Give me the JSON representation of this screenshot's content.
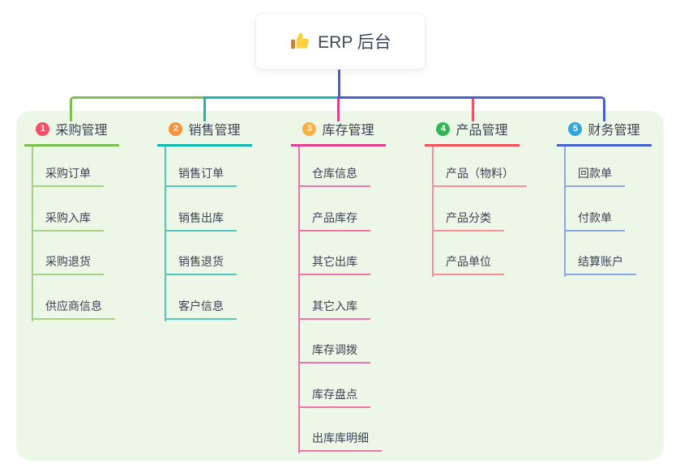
{
  "root": {
    "label": "ERP 后台",
    "icon": "thumbs-up-icon"
  },
  "colors": {
    "canvas_bg": "#ffffff",
    "panel_bg": "#ecf7e8",
    "root_connector": "#4a5ed0",
    "node_text": "#3b4453",
    "root_text": "#3c4858",
    "thumb_hand": "#fbd040",
    "thumb_cuff": "#c87f2f"
  },
  "branches": [
    {
      "num": "1",
      "label": "采购管理",
      "badge_color": "#f15066",
      "line_color": "#7bbf4f",
      "child_line_color": "#a6d17f",
      "children": [
        "采购订单",
        "采购入库",
        "采购退货",
        "供应商信息"
      ]
    },
    {
      "num": "2",
      "label": "销售管理",
      "badge_color": "#f9913f",
      "line_color": "#16b9ae",
      "child_line_color": "#52c7bd",
      "children": [
        "销售订单",
        "销售出库",
        "销售退货",
        "客户信息"
      ]
    },
    {
      "num": "3",
      "label": "库存管理",
      "badge_color": "#fbb042",
      "line_color": "#e2428d",
      "child_line_color": "#ef72a8",
      "children": [
        "仓库信息",
        "产品库存",
        "其它出库",
        "其它入库",
        "库存调拨",
        "库存盘点",
        "出库库明细"
      ]
    },
    {
      "num": "4",
      "label": "产品管理",
      "badge_color": "#33b553",
      "line_color": "#f4515e",
      "child_line_color": "#f79094",
      "children": [
        "产品（物料）",
        "产品分类",
        "产品单位"
      ]
    },
    {
      "num": "5",
      "label": "财务管理",
      "badge_color": "#30a5df",
      "line_color": "#4362d0",
      "child_line_color": "#8fa7e0",
      "children": [
        "回款单",
        "付款单",
        "结算账户"
      ]
    }
  ]
}
